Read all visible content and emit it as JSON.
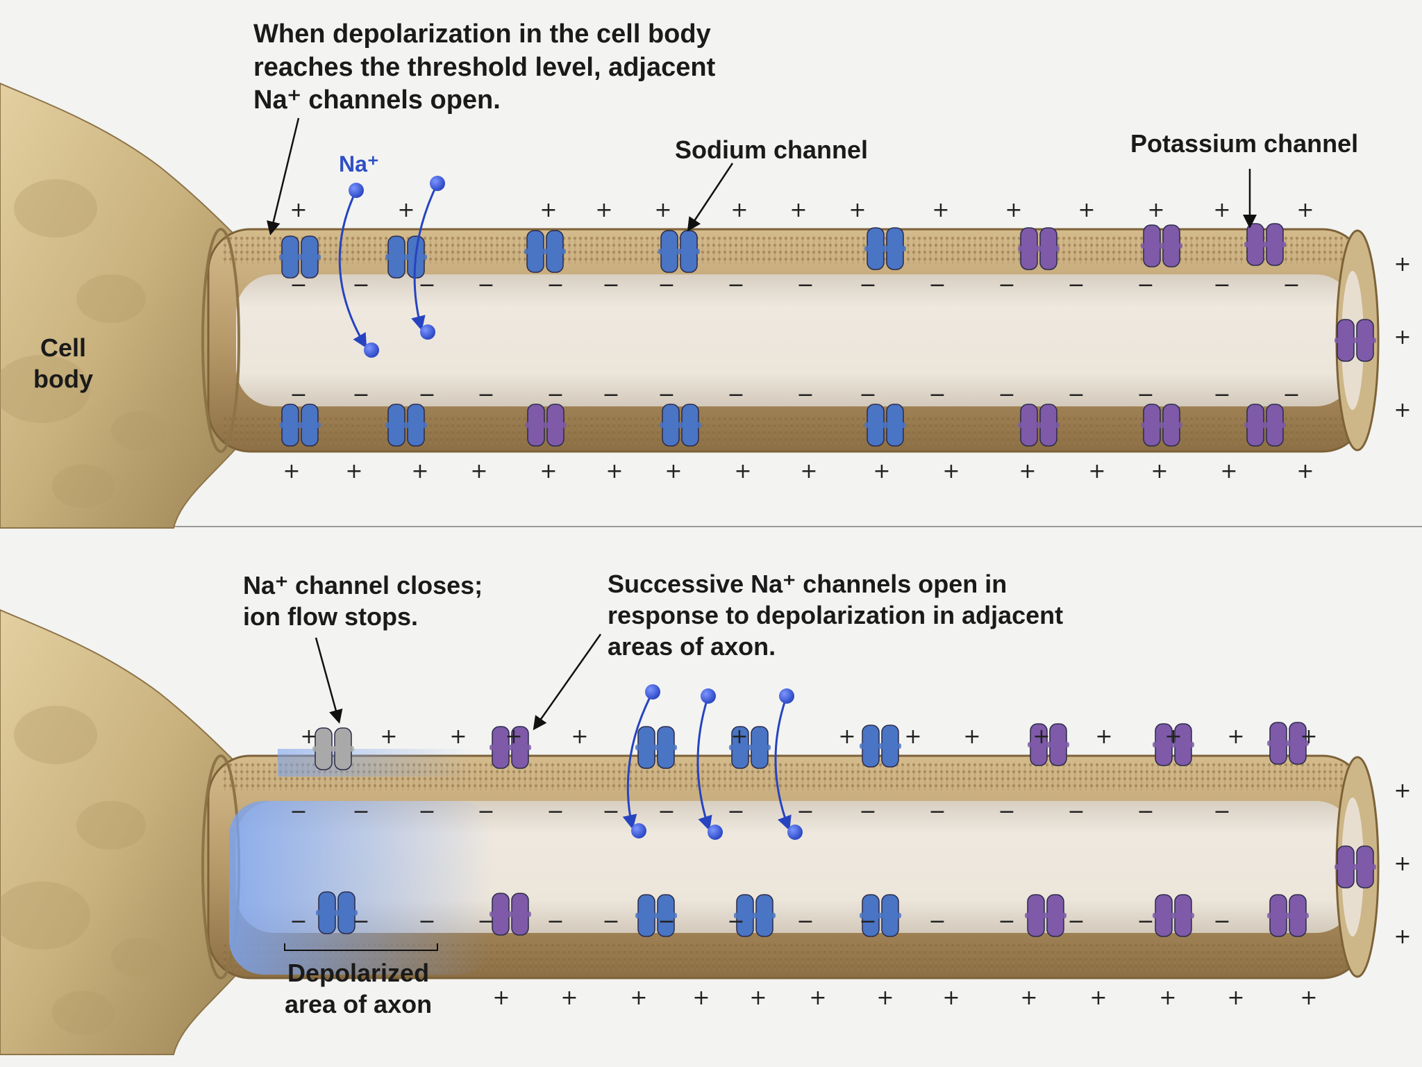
{
  "panels": [
    {
      "caption": [
        "When depolarization in the cell body",
        "reaches the threshold level, adjacent",
        "Na⁺ channels open."
      ],
      "ion_label": "Na⁺",
      "sodium_label": "Sodium channel",
      "potassium_label": "Potassium channel",
      "cell_body_label": [
        "Cell",
        "body"
      ]
    },
    {
      "closed_label": [
        "Na⁺ channel closes;",
        "ion flow stops."
      ],
      "successive_label": [
        "Successive Na⁺ channels open in",
        "response to depolarization in adjacent",
        "areas of axon."
      ],
      "depolarized_label": [
        "Depolarized",
        "area of axon"
      ]
    }
  ],
  "charge_symbols": {
    "outside": "+",
    "inside": "−"
  },
  "colors": {
    "membrane": "#b89a6a",
    "sodium_channel": "#4a74c4",
    "potassium_channel": "#7e5aa8",
    "closed_channel": "#a9a9a9",
    "sodium_ion": "#2643c0",
    "axon_interior": "#e6ddd0",
    "cell_body": "#c9b27e",
    "depolarized_glow": "#7aa2ee"
  }
}
